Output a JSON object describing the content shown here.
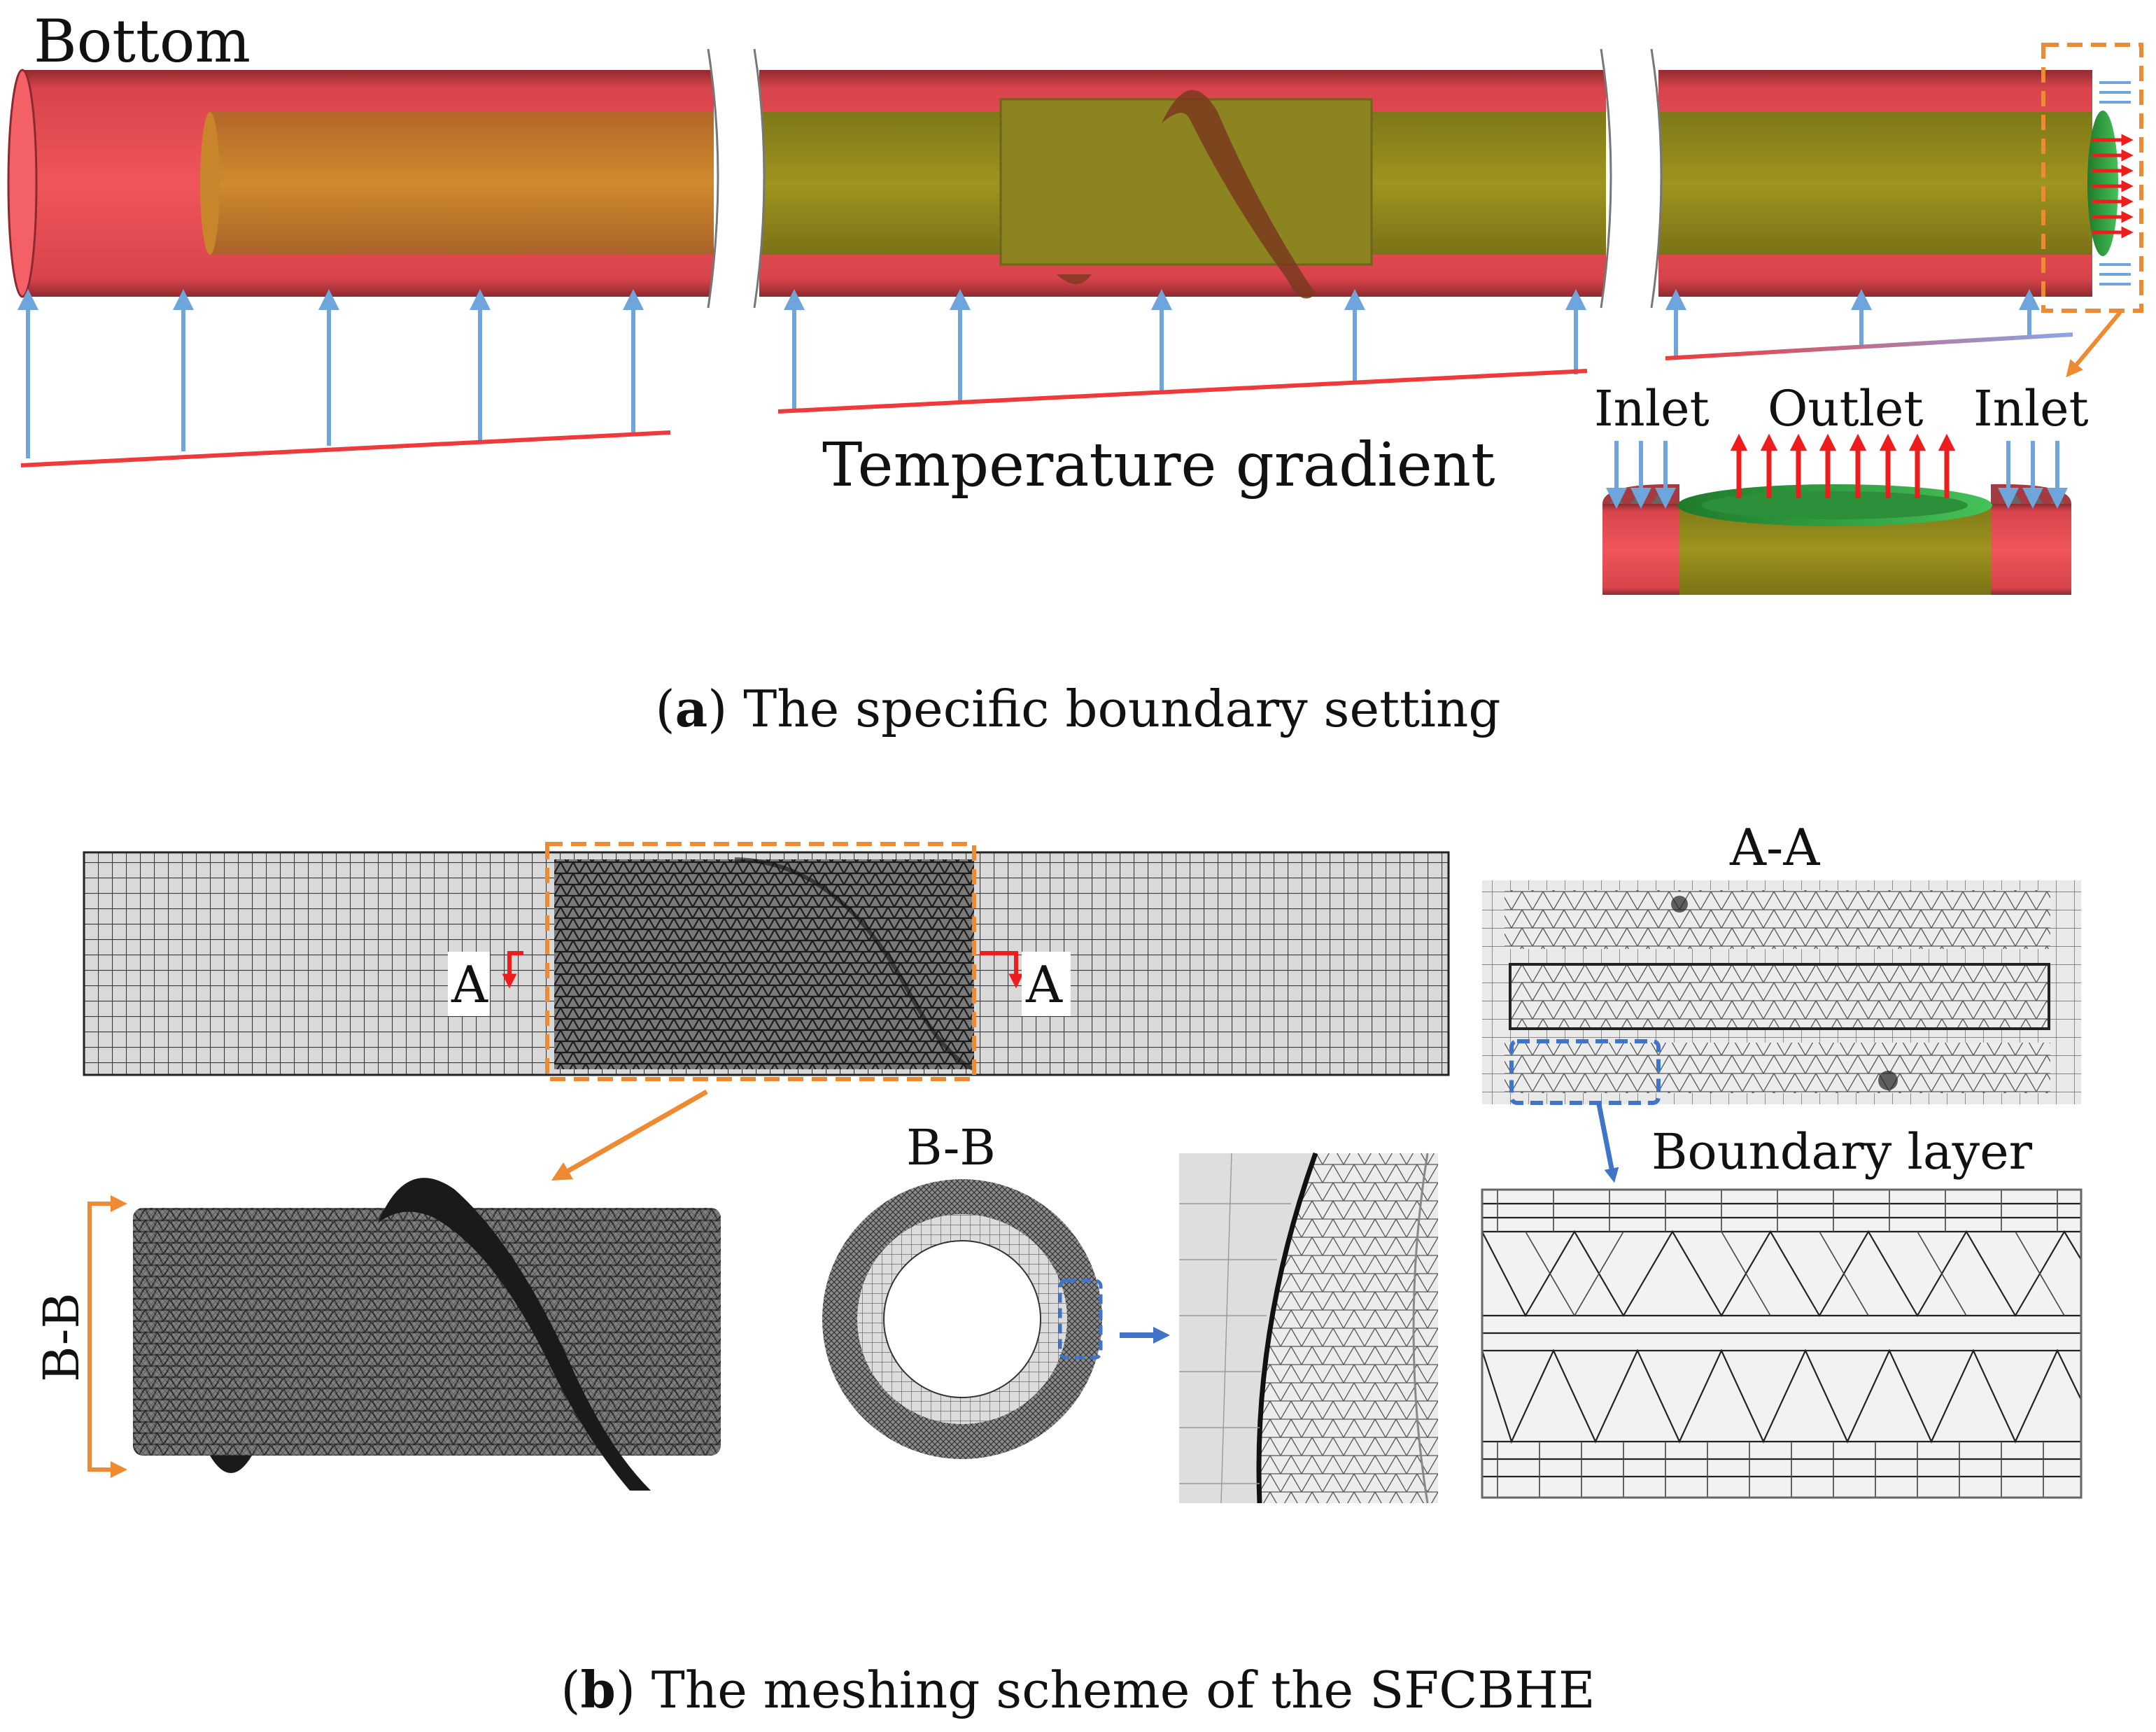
{
  "panel_a": {
    "bottom_label": "Bottom",
    "temperature_label": "Temperature gradient",
    "inlet_left_label": "Inlet",
    "outlet_label": "Outlet",
    "inlet_right_label": "Inlet",
    "caption_letter": "a",
    "caption_text": " The specific boundary setting"
  },
  "panel_b": {
    "section_a_left": "A",
    "section_a_right": "A",
    "aa_title": "A-A",
    "bb_side_label": "B-B",
    "bb_title": "B-B",
    "boundary_layer_label": "Boundary layer",
    "caption_letter": "b",
    "caption_text": " The meshing scheme of the SFCBHE"
  },
  "colors": {
    "pipe_red": "#e3434b",
    "inner_olive": "#9b8a1c",
    "arrow_blue": "#6ea5dc",
    "gradient_red": "#ee3a3a",
    "highlight_orange": "#ee8a32",
    "outlet_green": "#33a845",
    "arrow_red": "#ee1c1c",
    "mesh_gray": "#3a3a3a",
    "callout_blue": "#3f74c9"
  }
}
